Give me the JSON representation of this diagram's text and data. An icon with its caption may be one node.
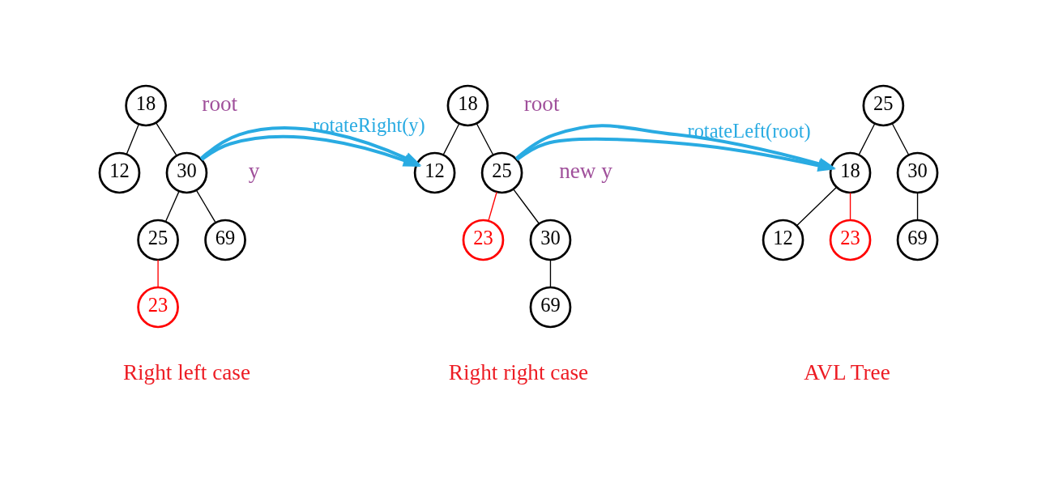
{
  "diagram": {
    "nodes": [
      {
        "text": [
          "18"
        ],
        "beside": [
          "root"
        ]
      },
      {
        "text": [
          "12"
        ]
      },
      {
        "text": [
          "30"
        ],
        "beside": [
          "y"
        ]
      },
      {
        "text": [
          "25"
        ]
      },
      {
        "text": [
          "69"
        ]
      },
      {
        "text": [
          "23"
        ]
      },
      {
        "text": [
          "18"
        ],
        "beside": [
          "root"
        ]
      },
      {
        "text": [
          "12"
        ]
      },
      {
        "text": [
          "25"
        ],
        "beside": [
          "new y"
        ]
      },
      {
        "text": [
          "23"
        ]
      },
      {
        "text": [
          "30"
        ]
      },
      {
        "text": [
          "69"
        ]
      },
      {
        "text": [
          "25"
        ]
      },
      {
        "text": [
          "18"
        ]
      },
      {
        "text": [
          "30"
        ]
      },
      {
        "text": [
          "12"
        ]
      },
      {
        "text": [
          "23"
        ]
      },
      {
        "text": [
          "69"
        ]
      }
    ],
    "edges": [
      {
        "from": 0,
        "to": 1,
        "arrow": "none"
      },
      {
        "from": 0,
        "to": 2,
        "arrow": "none"
      },
      {
        "from": 2,
        "to": 3,
        "arrow": "none"
      },
      {
        "from": 2,
        "to": 4,
        "arrow": "none"
      },
      {
        "from": 3,
        "to": 5,
        "arrow": "none",
        "color": "#ff0000"
      },
      {
        "from": 2,
        "to": 7,
        "arrow": "to",
        "label": "rotateRight(y)",
        "color": "#29abe2",
        "style": "thick"
      },
      {
        "from": 6,
        "to": 7,
        "arrow": "none"
      },
      {
        "from": 6,
        "to": 8,
        "arrow": "none"
      },
      {
        "from": 8,
        "to": 9,
        "arrow": "none",
        "color": "#ff0000"
      },
      {
        "from": 8,
        "to": 10,
        "arrow": "none"
      },
      {
        "from": 10,
        "to": 11,
        "arrow": "none"
      },
      {
        "from": 8,
        "to": 13,
        "arrow": "to",
        "label": "rotateLeft(root)",
        "color": "#29abe2",
        "style": "thick"
      },
      {
        "from": 12,
        "to": 13,
        "arrow": "none"
      },
      {
        "from": 12,
        "to": 14,
        "arrow": "none"
      },
      {
        "from": 13,
        "to": 15,
        "arrow": "none"
      },
      {
        "from": 13,
        "to": 16,
        "arrow": "none",
        "color": "#ff0000"
      },
      {
        "from": 14,
        "to": 17,
        "arrow": "none"
      }
    ],
    "labels": [
      "Right left case",
      "Right right case",
      "AVL Tree"
    ]
  }
}
